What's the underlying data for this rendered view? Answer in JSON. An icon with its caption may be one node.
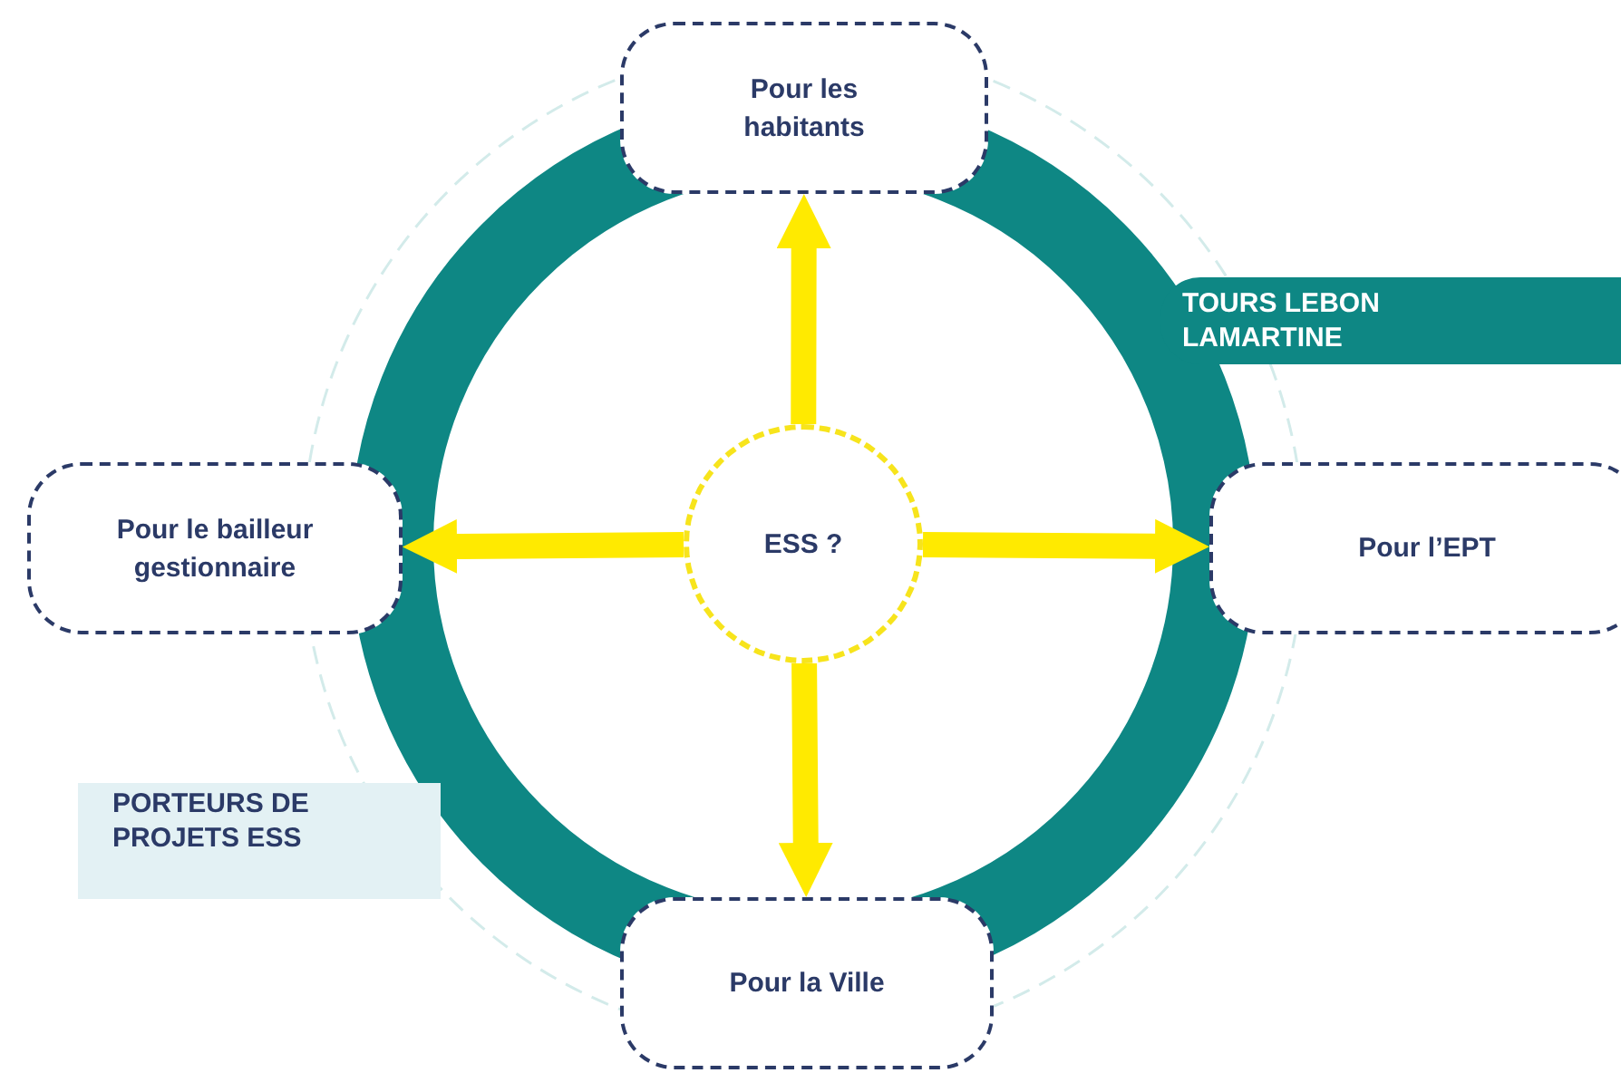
{
  "diagram": {
    "nodes": [
      {
        "text": [
          "Pour les habitants"
        ]
      },
      {
        "text": [
          "Pour le bailleur gestionnaire"
        ]
      },
      {
        "text": [
          "ESS ?"
        ]
      },
      {
        "text": [
          "Pour l’EPT"
        ]
      },
      {
        "text": [
          "Pour la Ville"
        ]
      }
    ],
    "edges": [
      {
        "from": 2,
        "to": 0,
        "arrow": "to"
      },
      {
        "from": 2,
        "to": 1,
        "arrow": "to"
      },
      {
        "from": 2,
        "to": 3,
        "arrow": "to"
      },
      {
        "from": 2,
        "to": 4,
        "arrow": "to"
      }
    ],
    "labels": [
      "TOURS LEBON LAMARTINE",
      "PORTEURS DE PROJETS ESS"
    ]
  }
}
